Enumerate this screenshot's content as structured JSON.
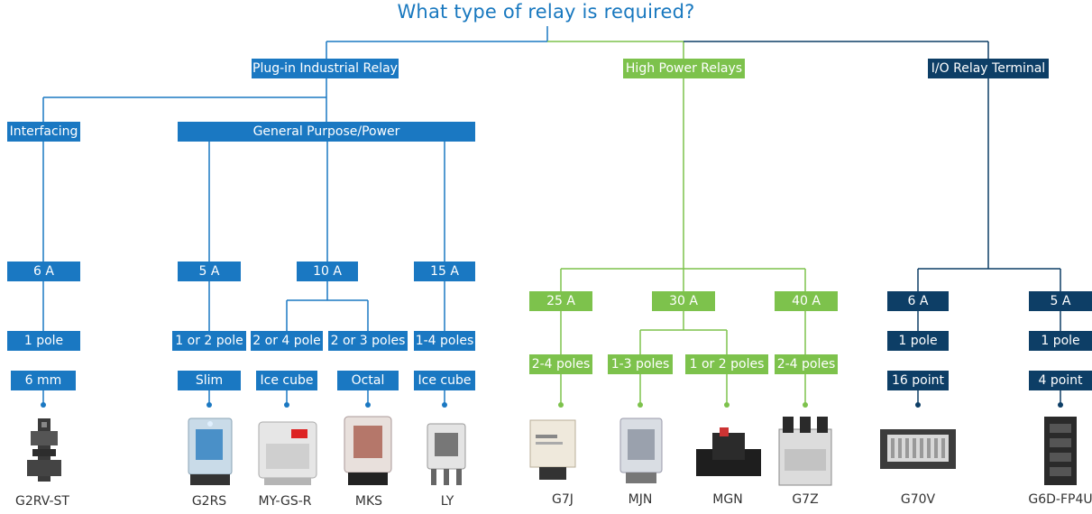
{
  "title": "What type of relay is required?",
  "colors": {
    "blue": "#1a78c2",
    "green": "#7dc24c",
    "navy": "#0d3e66"
  },
  "categories": {
    "plugin": "Plug-in Industrial Relay",
    "high_power": "High Power Relays",
    "io_terminal": "I/O Relay Terminal"
  },
  "subcategories": {
    "interfacing": "Interfacing",
    "general_purpose": "General Purpose/Power"
  },
  "products": [
    {
      "name": "G2RV-ST",
      "current": "6 A",
      "poles": "1 pole",
      "feature": "6 mm"
    },
    {
      "name": "G2RS",
      "current": "5 A",
      "poles": "1 or 2 pole",
      "feature": "Slim"
    },
    {
      "name": "MY-GS-R",
      "current": "10 A",
      "poles": "2 or 4 pole",
      "feature": "Ice cube"
    },
    {
      "name": "MKS",
      "current": "10 A",
      "poles": "2 or 3 poles",
      "feature": "Octal"
    },
    {
      "name": "LY",
      "current": "15 A",
      "poles": "1-4 poles",
      "feature": "Ice cube"
    },
    {
      "name": "G7J",
      "current": "25 A",
      "poles": "2-4 poles"
    },
    {
      "name": "MJN",
      "current": "30 A",
      "poles": "1-3 poles"
    },
    {
      "name": "MGN",
      "current": "30 A",
      "poles": "1 or 2 poles"
    },
    {
      "name": "G7Z",
      "current": "40 A",
      "poles": "2-4 poles"
    },
    {
      "name": "G70V",
      "current": "6 A",
      "poles": "1 pole",
      "feature": "16 point"
    },
    {
      "name": "G6D-FP4U",
      "current": "5 A",
      "poles": "1 pole",
      "feature": "4 point"
    }
  ]
}
